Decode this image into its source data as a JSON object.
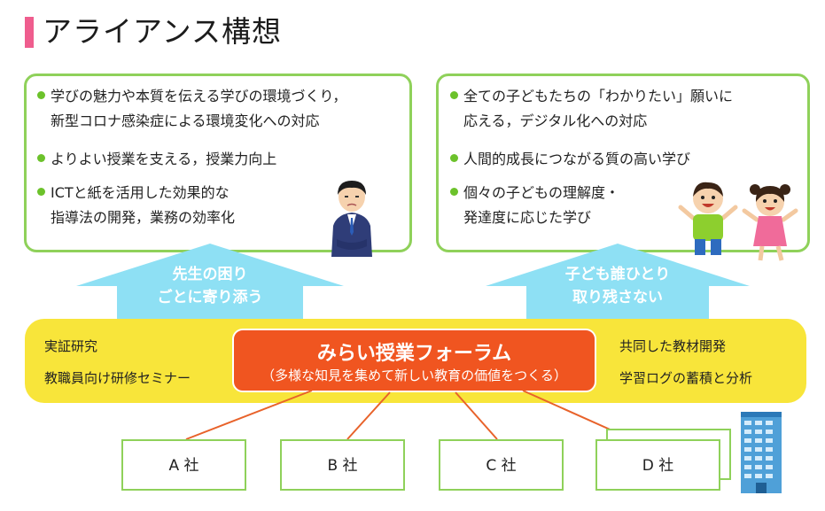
{
  "title": "アライアンス構想",
  "left_box": {
    "items": [
      [
        "学びの魅力や本質を伝える学びの環境づくり，",
        "新型コロナ感染症による環境変化への対応"
      ],
      [
        "よりよい授業を支える，授業力向上"
      ],
      [
        "ICTと紙を活用した効果的な",
        "指導法の開発，業務の効率化"
      ]
    ]
  },
  "right_box": {
    "items": [
      [
        "全ての子どもたちの「わかりたい」願いに",
        "応える，デジタル化への対応"
      ],
      [
        "人間的成長につながる質の高い学び"
      ],
      [
        "個々の子どもの理解度・",
        "発達度に応じた学び"
      ]
    ]
  },
  "arrows": {
    "left": [
      "先生の困り",
      "ごとに寄り添う"
    ],
    "right": [
      "子ども誰ひとり",
      "取り残さない"
    ]
  },
  "band": {
    "left": [
      "実証研究",
      "教職員向け研修セミナー"
    ],
    "right": [
      "共同した教材開発",
      "学習ログの蓄積と分析"
    ]
  },
  "forum": {
    "title": "みらい授業フォーラム",
    "subtitle": "（多様な知見を集めて新しい教育の価値をつくる）"
  },
  "companies": [
    "A 社",
    "B 社",
    "C 社",
    "D 社"
  ],
  "colors": {
    "accent_pink": "#ef5d8e",
    "green": "#8fd15a",
    "arrow_blue": "#8ee0f4",
    "band_yellow": "#f8e53a",
    "forum_orange": "#f05520",
    "line_orange": "#e8622a"
  }
}
